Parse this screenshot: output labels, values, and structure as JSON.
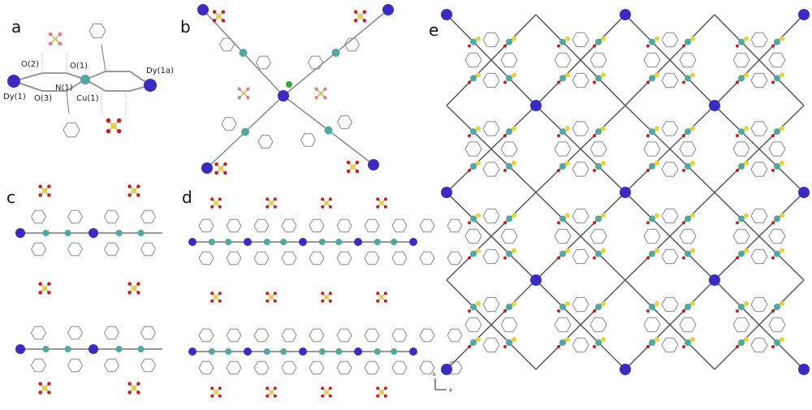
{
  "panels": {
    "a": {
      "label": "a",
      "atoms": {
        "dy1": "Dy(1)",
        "dy1a": "Dy(1a)",
        "o1": "O(1)",
        "o2": "O(2)",
        "o3": "O(3)",
        "n1": "N(1)",
        "cu1": "Cu(1)"
      }
    },
    "b": {
      "label": "b"
    },
    "c": {
      "label": "c"
    },
    "d": {
      "label": "d"
    },
    "e": {
      "label": "e",
      "axes": {
        "vertical": "b",
        "horizontal": "a"
      }
    }
  },
  "colors": {
    "dy": "#3a2cc0",
    "cu": "#4fa9a2",
    "s": "#e8d23a",
    "o": "#c81e1e",
    "cl": "#3aa33a",
    "bond": "#777777"
  }
}
